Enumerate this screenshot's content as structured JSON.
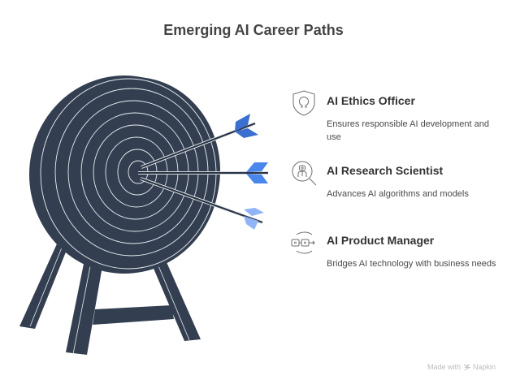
{
  "title": "Emerging AI Career Paths",
  "colors": {
    "target": "#333f50",
    "ring_line": "#e8ecf2",
    "arrow_shaft": "#2b3442",
    "fletch_1": "#3b6fd1",
    "fletch_2": "#4a86ec",
    "fletch_3": "#8fb4f7",
    "icon_stroke": "#6f6f6f"
  },
  "items": [
    {
      "icon": "shield-omega-icon",
      "label": "AI Ethics Officer",
      "description": "Ensures responsible AI development and use"
    },
    {
      "icon": "magnifier-robot-icon",
      "label": "AI Research Scientist",
      "description": "Advances AI algorithms and models"
    },
    {
      "icon": "bridge-connect-icon",
      "label": "AI Product Manager",
      "description": "Bridges AI technology with business needs"
    }
  ],
  "footer": {
    "text_before": "Made with",
    "brand": "Napkin"
  }
}
